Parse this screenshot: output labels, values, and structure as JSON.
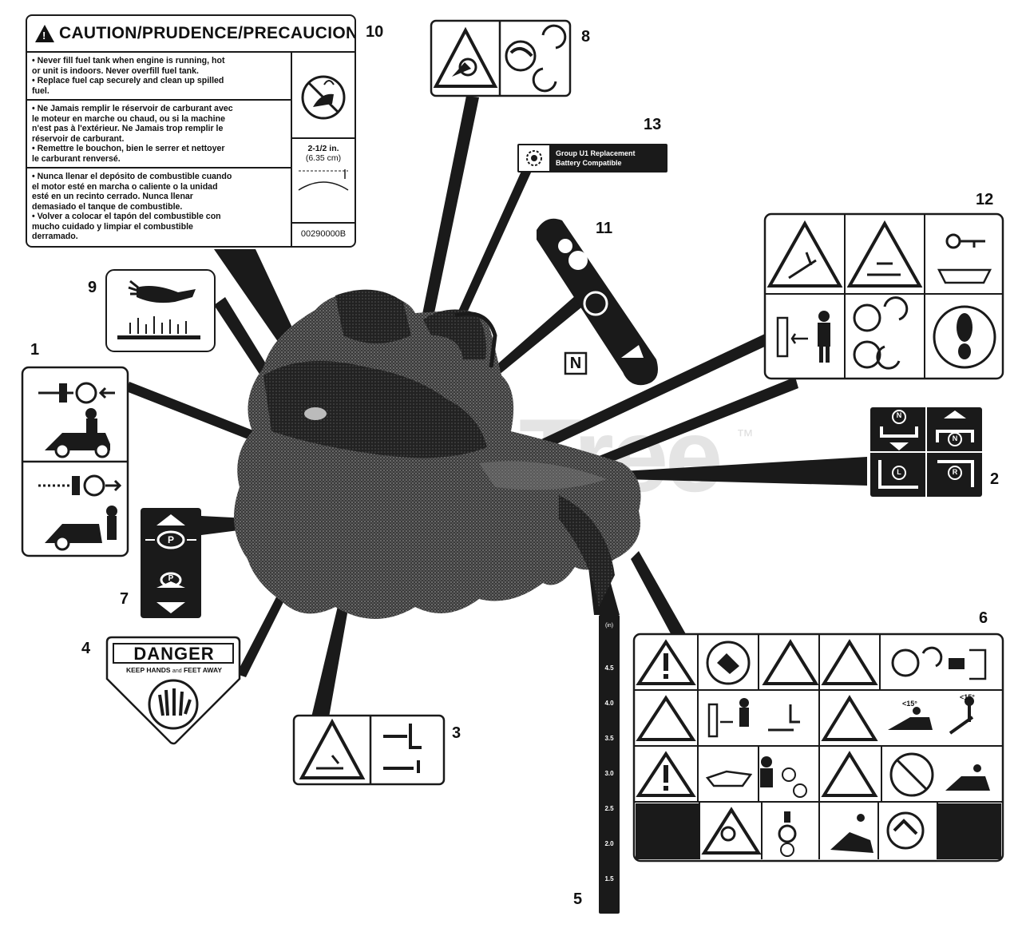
{
  "callouts": {
    "c1": "1",
    "c2": "2",
    "c3": "3",
    "c4": "4",
    "c5": "5",
    "c6": "6",
    "c7": "7",
    "c8": "8",
    "c9": "9",
    "c10": "10",
    "c11": "11",
    "c12": "12",
    "c13": "13"
  },
  "watermark": {
    "text": "Tree",
    "tm": "™"
  },
  "decal10": {
    "title": "CAUTION/PRUDENCE/PRECAUCION",
    "english": "• Never fill fuel tank when engine is running, hot\n  or unit is indoors. Never overfill fuel tank.\n• Replace fuel cap securely and clean up spilled\n  fuel.",
    "french": "• Ne Jamais remplir le réservoir de carburant avec\n  le moteur en marche ou chaud, ou si la machine\n  n'est pas à l'extérieur. Ne Jamais trop remplir le\n  réservoir de carburant.\n• Remettre le bouchon, bien le serrer et nettoyer\n  le carburant renversé.",
    "spanish": "• Nunca llenar el depósito de combustible cuando\n  el motor esté en marcha o caliente o la unidad\n  esté en un recinto cerrado. Nunca llenar\n  demasiado el tanque de combustible.\n• Volver a colocar el tapón del combustible con\n  mucho cuidado y limpiar el combustible\n  derramado.",
    "measure_in": "2-1/2 in.",
    "measure_cm": "(6.35 cm)",
    "part_number": "00290000B"
  },
  "decal13": {
    "line1": "Group U1 Replacement",
    "line2": "Battery Compatible"
  },
  "decal4": {
    "title": "DANGER",
    "subtitle_a": "KEEP HANDS",
    "subtitle_and": "and",
    "subtitle_b": "FEET AWAY"
  },
  "decal11": {
    "neutral_letter": "N"
  },
  "decal2": {
    "n": "N",
    "l": "L",
    "r": "R"
  },
  "decal7": {
    "p": "P"
  },
  "decal5": {
    "labels": [
      "(in)",
      "4.5",
      "4.0",
      "3.5",
      "3.0",
      "2.5",
      "2.0",
      "1.5"
    ]
  },
  "decal6": {
    "slope_a": "<15°",
    "slope_b": "<15°"
  },
  "colors": {
    "ink": "#1a1a1a",
    "paper": "#ffffff",
    "watermark": "#e4e4e4"
  }
}
